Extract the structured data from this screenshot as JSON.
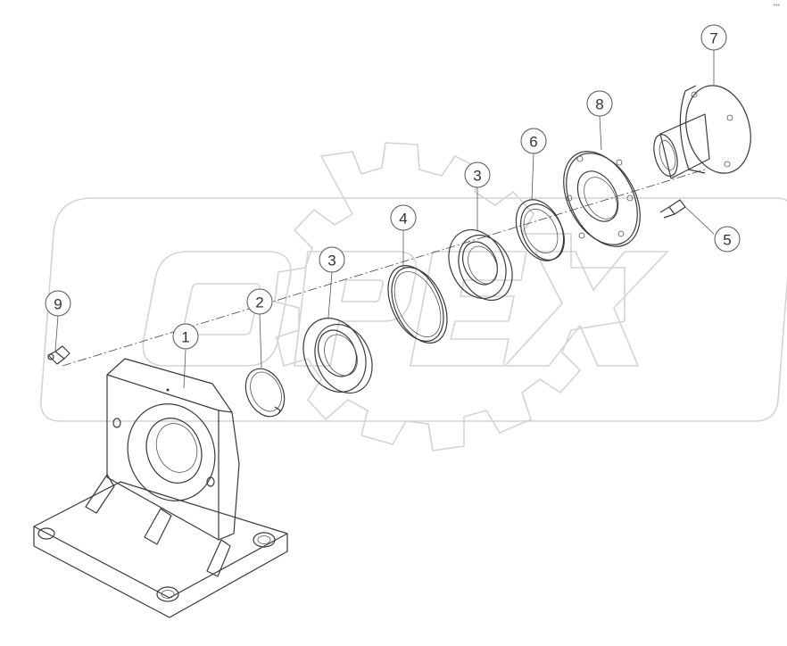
{
  "corner_mark": "•••",
  "watermark": {
    "text": "OPEX"
  },
  "callouts": [
    {
      "id": "c1",
      "label": "1"
    },
    {
      "id": "c2",
      "label": "2"
    },
    {
      "id": "c3a",
      "label": "3"
    },
    {
      "id": "c3b",
      "label": "3"
    },
    {
      "id": "c4",
      "label": "4"
    },
    {
      "id": "c5",
      "label": "5"
    },
    {
      "id": "c6",
      "label": "6"
    },
    {
      "id": "c7",
      "label": "7"
    },
    {
      "id": "c8",
      "label": "8"
    },
    {
      "id": "c9",
      "label": "9"
    }
  ],
  "colors": {
    "line": "#3a3a3a",
    "watermark": "#d4d4d4",
    "callout_stroke": "#555555"
  }
}
